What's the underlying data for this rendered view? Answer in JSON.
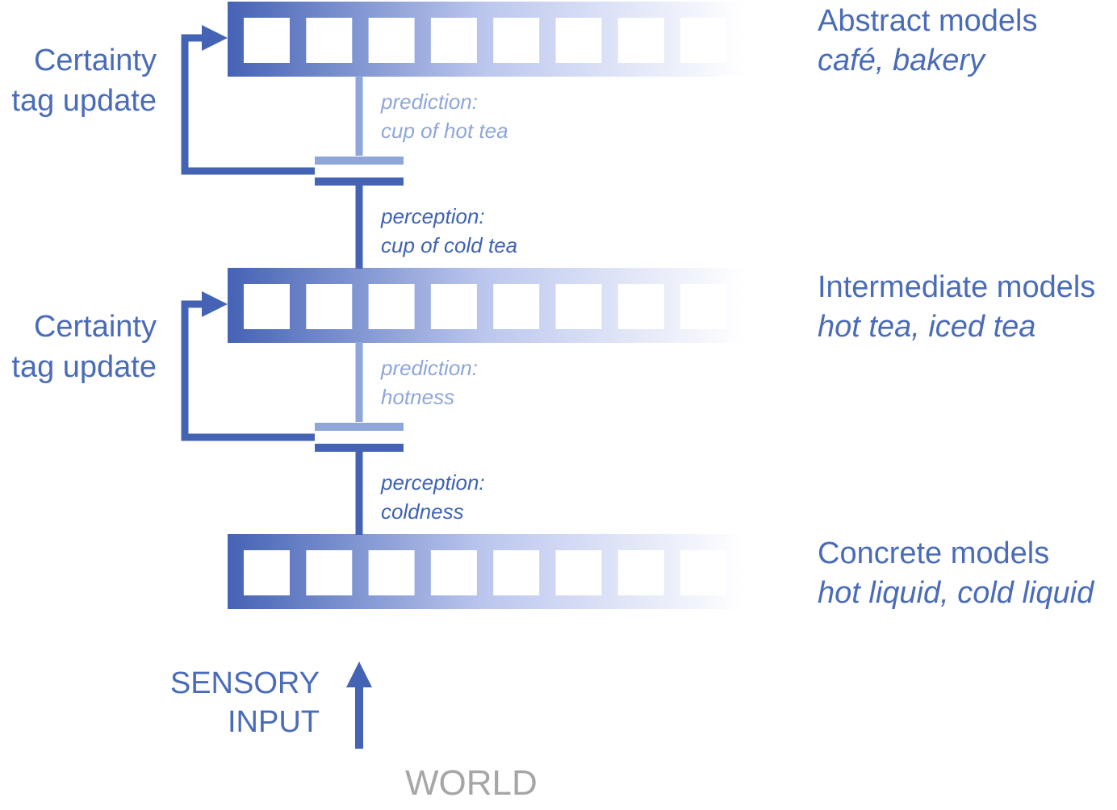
{
  "levels": [
    {
      "name": "Abstract models",
      "examples": "café, bakery",
      "cells": 8
    },
    {
      "name": "Intermediate models",
      "examples": "hot tea, iced tea",
      "cells": 8
    },
    {
      "name": "Concrete models",
      "examples": "hot liquid, cold liquid",
      "cells": 8
    }
  ],
  "feedback": [
    {
      "line1": "Certainty",
      "line2": "tag update"
    },
    {
      "line1": "Certainty",
      "line2": "tag update"
    }
  ],
  "signals": [
    {
      "pred_label": "prediction:",
      "pred_value": "cup of hot tea",
      "perc_label": "perception:",
      "perc_value": "cup of cold tea"
    },
    {
      "pred_label": "prediction:",
      "pred_value": "hotness",
      "perc_label": "perception:",
      "perc_value": "coldness"
    }
  ],
  "input": {
    "line1": "SENSORY",
    "line2": "INPUT"
  },
  "world": "WORLD",
  "colors": {
    "dark_blue": "#4563b4",
    "mid_blue": "#8fa6da",
    "light_blue": "#c5cff0",
    "grey": "#a6a6a6"
  }
}
